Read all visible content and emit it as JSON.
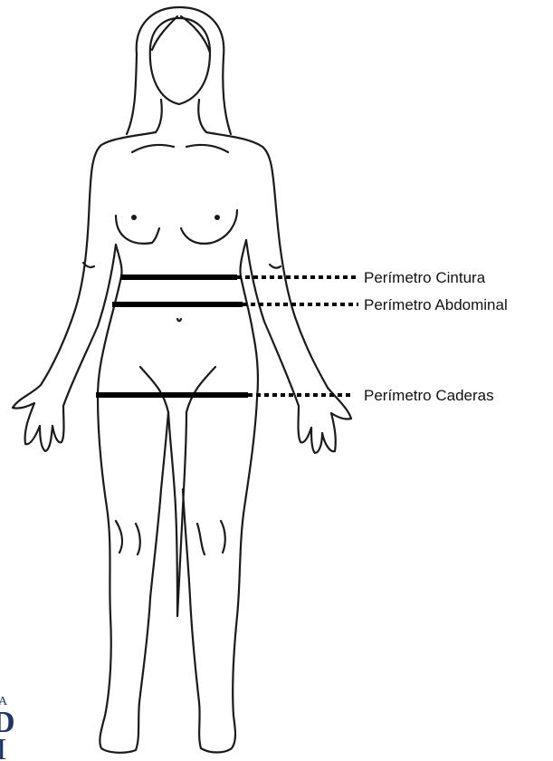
{
  "measurements": [
    {
      "id": "waist",
      "label": "Perímetro Cintura"
    },
    {
      "id": "abdomen",
      "label": "Perímetro Abdominal"
    },
    {
      "id": "hips",
      "label": "Perímetro Caderas"
    }
  ],
  "colors": {
    "outline": "#1a1a1a",
    "measure_line": "#000000",
    "background": "#ffffff",
    "logo": "#1f3566"
  },
  "logo_fragment": {
    "line1": "A",
    "line2": "D",
    "line3": "I"
  }
}
